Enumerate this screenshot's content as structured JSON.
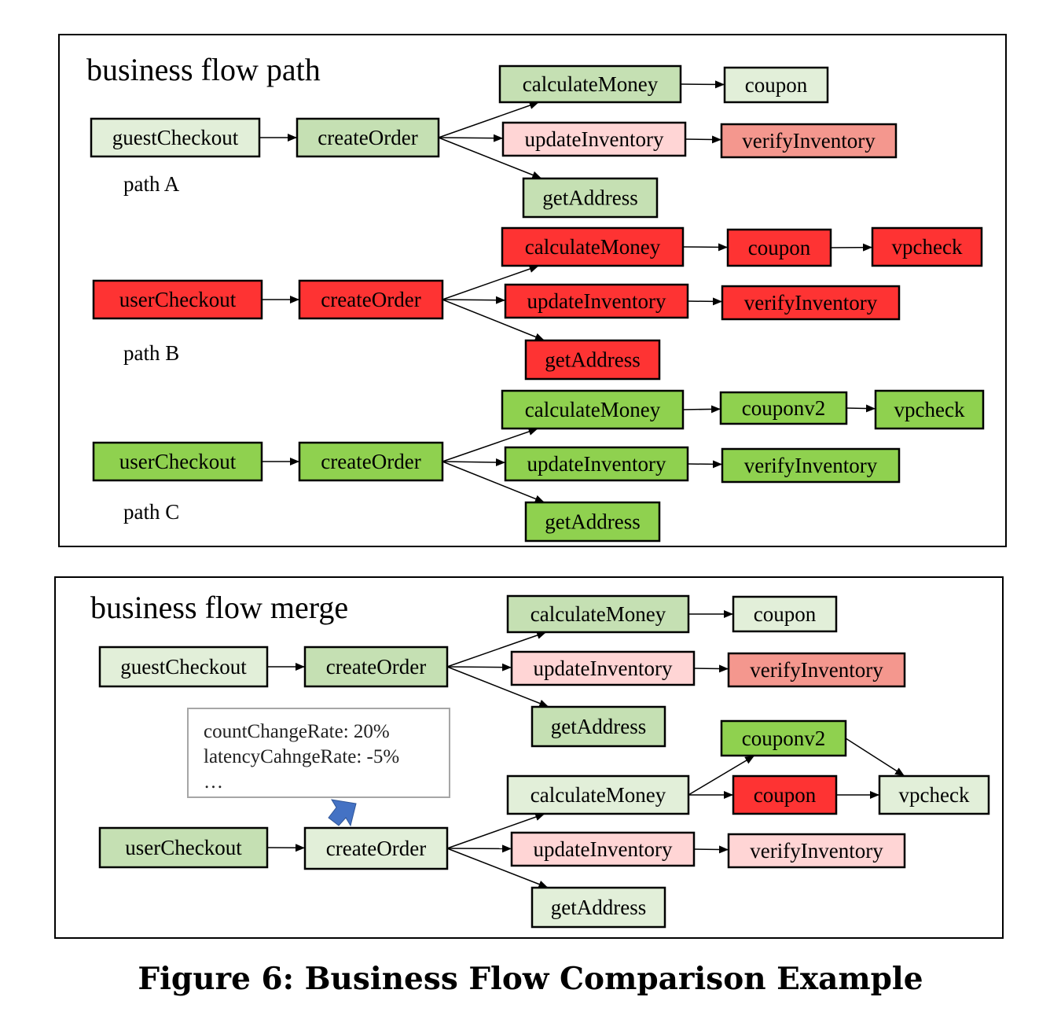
{
  "colors": {
    "light_green": "#e2efd9",
    "mid_green": "#c5e0b3",
    "bright_green": "#8fd14f",
    "light_pink": "#ffd5d5",
    "salmon": "#f4978e",
    "red": "#fe3333",
    "arrow_blue": "#4472c4"
  },
  "panels": [
    {
      "id": "path",
      "title": "business flow path",
      "labels": [
        {
          "id": "label-path-a",
          "text": "path A"
        },
        {
          "id": "label-path-b",
          "text": "path B"
        },
        {
          "id": "label-path-c",
          "text": "path C"
        }
      ]
    },
    {
      "id": "merge",
      "title": "business flow merge",
      "note": {
        "lines": [
          "countChangeRate: 20%",
          "latencyCahngeRate: -5%",
          "…"
        ]
      }
    }
  ],
  "nodes": [
    {
      "id": "a1",
      "label": "guestCheckout",
      "fill": "light_green"
    },
    {
      "id": "a2",
      "label": "createOrder",
      "fill": "mid_green"
    },
    {
      "id": "a3",
      "label": "calculateMoney",
      "fill": "mid_green"
    },
    {
      "id": "a4",
      "label": "coupon",
      "fill": "light_green"
    },
    {
      "id": "a5",
      "label": "updateInventory",
      "fill": "light_pink"
    },
    {
      "id": "a6",
      "label": "verifyInventory",
      "fill": "salmon"
    },
    {
      "id": "a7",
      "label": "getAddress",
      "fill": "mid_green"
    },
    {
      "id": "b1",
      "label": "userCheckout",
      "fill": "red"
    },
    {
      "id": "b2",
      "label": "createOrder",
      "fill": "red"
    },
    {
      "id": "b3",
      "label": "calculateMoney",
      "fill": "red"
    },
    {
      "id": "b4",
      "label": "coupon",
      "fill": "red"
    },
    {
      "id": "b5",
      "label": "vpcheck",
      "fill": "red"
    },
    {
      "id": "b6",
      "label": "updateInventory",
      "fill": "red"
    },
    {
      "id": "b7",
      "label": "verifyInventory",
      "fill": "red"
    },
    {
      "id": "b8",
      "label": "getAddress",
      "fill": "red"
    },
    {
      "id": "c1",
      "label": "userCheckout",
      "fill": "bright_green"
    },
    {
      "id": "c2",
      "label": "createOrder",
      "fill": "bright_green"
    },
    {
      "id": "c3",
      "label": "calculateMoney",
      "fill": "bright_green"
    },
    {
      "id": "c4",
      "label": "couponv2",
      "fill": "bright_green"
    },
    {
      "id": "c5",
      "label": "vpcheck",
      "fill": "bright_green"
    },
    {
      "id": "c6",
      "label": "updateInventory",
      "fill": "bright_green"
    },
    {
      "id": "c7",
      "label": "verifyInventory",
      "fill": "bright_green"
    },
    {
      "id": "c8",
      "label": "getAddress",
      "fill": "bright_green"
    },
    {
      "id": "m1",
      "label": "guestCheckout",
      "fill": "light_green"
    },
    {
      "id": "m2",
      "label": "createOrder",
      "fill": "mid_green"
    },
    {
      "id": "m3",
      "label": "calculateMoney",
      "fill": "mid_green"
    },
    {
      "id": "m4",
      "label": "coupon",
      "fill": "light_green"
    },
    {
      "id": "m5",
      "label": "updateInventory",
      "fill": "light_pink"
    },
    {
      "id": "m6",
      "label": "verifyInventory",
      "fill": "salmon"
    },
    {
      "id": "m7",
      "label": "getAddress",
      "fill": "mid_green"
    },
    {
      "id": "n1",
      "label": "userCheckout",
      "fill": "mid_green"
    },
    {
      "id": "n2",
      "label": "createOrder",
      "fill": "light_green"
    },
    {
      "id": "n3",
      "label": "calculateMoney",
      "fill": "light_green"
    },
    {
      "id": "n4",
      "label": "couponv2",
      "fill": "bright_green"
    },
    {
      "id": "n5",
      "label": "coupon",
      "fill": "red"
    },
    {
      "id": "n6",
      "label": "vpcheck",
      "fill": "light_green"
    },
    {
      "id": "n7",
      "label": "updateInventory",
      "fill": "light_pink"
    },
    {
      "id": "n8",
      "label": "verifyInventory",
      "fill": "light_pink"
    },
    {
      "id": "n9",
      "label": "getAddress",
      "fill": "light_green"
    }
  ],
  "edges": [
    [
      "a1",
      "a2"
    ],
    [
      "a2",
      "a3"
    ],
    [
      "a2",
      "a5"
    ],
    [
      "a2",
      "a7"
    ],
    [
      "a3",
      "a4"
    ],
    [
      "a5",
      "a6"
    ],
    [
      "b1",
      "b2"
    ],
    [
      "b2",
      "b3"
    ],
    [
      "b2",
      "b6"
    ],
    [
      "b2",
      "b8"
    ],
    [
      "b3",
      "b4"
    ],
    [
      "b4",
      "b5"
    ],
    [
      "b6",
      "b7"
    ],
    [
      "c1",
      "c2"
    ],
    [
      "c2",
      "c3"
    ],
    [
      "c2",
      "c6"
    ],
    [
      "c2",
      "c8"
    ],
    [
      "c3",
      "c4"
    ],
    [
      "c4",
      "c5"
    ],
    [
      "c6",
      "c7"
    ],
    [
      "m1",
      "m2"
    ],
    [
      "m2",
      "m3"
    ],
    [
      "m2",
      "m5"
    ],
    [
      "m2",
      "m7"
    ],
    [
      "m3",
      "m4"
    ],
    [
      "m5",
      "m6"
    ],
    [
      "n1",
      "n2"
    ],
    [
      "n2",
      "n3"
    ],
    [
      "n2",
      "n7"
    ],
    [
      "n2",
      "n9"
    ],
    [
      "n3",
      "n4"
    ],
    [
      "n3",
      "n5"
    ],
    [
      "n4",
      "n6"
    ],
    [
      "n5",
      "n6"
    ],
    [
      "n7",
      "n8"
    ]
  ],
  "caption": "Figure 6: Business Flow Comparison Example"
}
